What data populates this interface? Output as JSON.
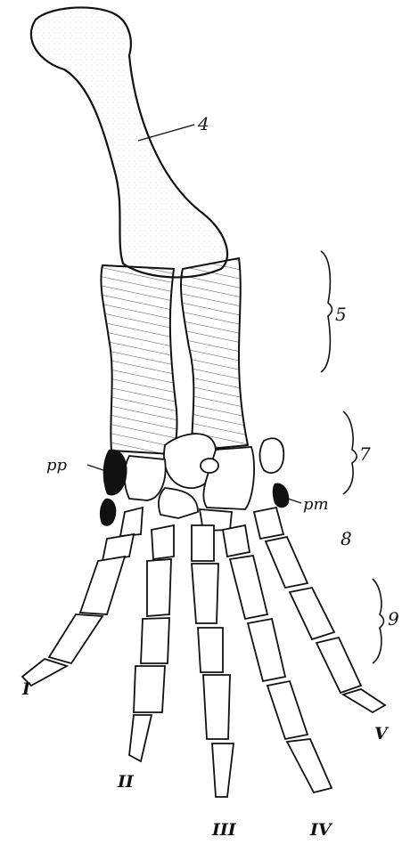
{
  "labels": {
    "humerus": "4",
    "forearm": "5",
    "carpus": "7",
    "metacarpus": "8",
    "phalanges": "9",
    "prepollex": "pp",
    "pisiform": "pm",
    "digit_1": "I",
    "digit_2": "II",
    "digit_3": "III",
    "digit_4": "IV",
    "digit_5": "V"
  },
  "colors": {
    "ink": "#111111",
    "bone": "#ffffff",
    "dark_element": "#111111"
  }
}
